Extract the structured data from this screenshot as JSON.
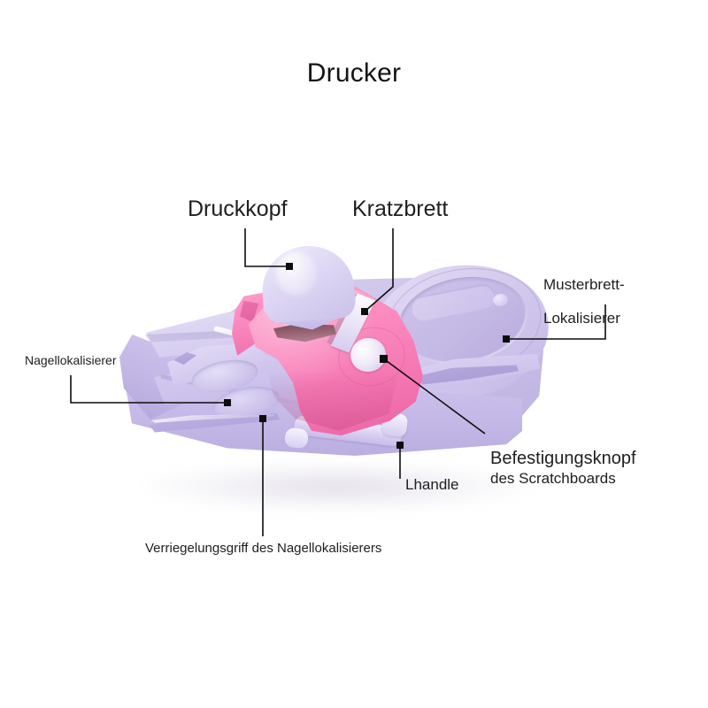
{
  "page": {
    "title": "Drucker",
    "background_color": "#ffffff",
    "text_color": "#202020"
  },
  "product": {
    "name": "Drucker",
    "description": "Nail art printing / stamping machine shown at an angle",
    "colors": {
      "base_lavender": "#c8bde6",
      "base_lavender_light": "#ded7f4",
      "clamp_pink": "#f578b3",
      "clamp_pink_light": "#ff9cc9",
      "print_head": "#ded7f4",
      "scratchboard": "#f3eefb",
      "stamp_pad": "#8a5a68"
    }
  },
  "callouts": [
    {
      "id": "druckkopf",
      "label": "Druckkopf",
      "font_size": 25,
      "target": "print-head"
    },
    {
      "id": "kratzbrett",
      "label": "Kratzbrett",
      "font_size": 25,
      "target": "scratchboard"
    },
    {
      "id": "musterbrett-lokalisierer",
      "label": "Musterbrett-\nLokalisierer",
      "line1": "Musterbrett-",
      "line2": "Lokalisierer",
      "font_size": 17,
      "target": "pattern-board-locator"
    },
    {
      "id": "nagellokalisierer",
      "label": "Nagellokalisierer",
      "font_size": 14,
      "target": "nail-locator"
    },
    {
      "id": "befestigungsknopf",
      "label": "Befestigungsknopf",
      "sublabel": "des Scratchboards",
      "font_size": 20,
      "sub_font_size": 17,
      "target": "fastening-knob"
    },
    {
      "id": "lhandle",
      "label": "Lhandle",
      "font_size": 17,
      "target": "l-handle"
    },
    {
      "id": "verriegelungsgriff",
      "label": "Verriegelungsgriff des Nagellokalisierers",
      "font_size": 15,
      "target": "nail-locator-lock-handle"
    }
  ]
}
